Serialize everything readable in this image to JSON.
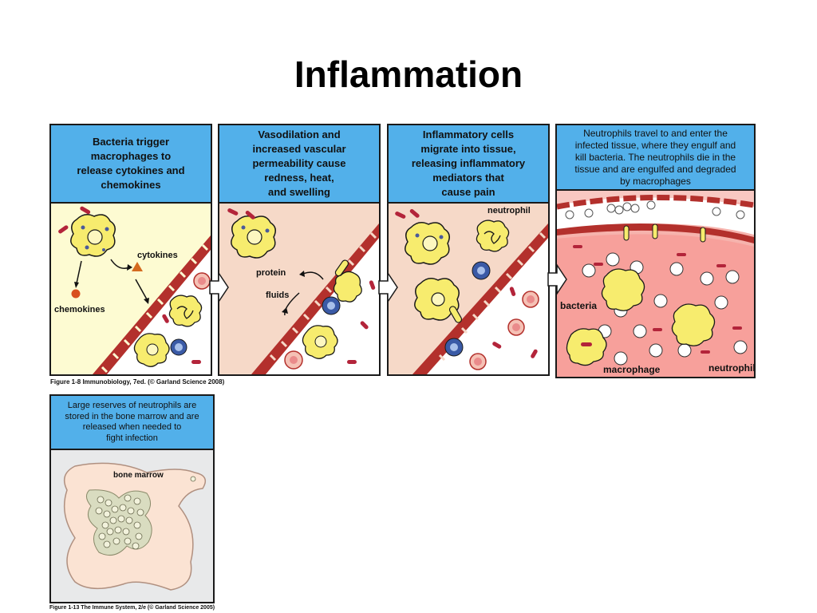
{
  "slide": {
    "title": "Inflammation"
  },
  "panels": [
    {
      "header": [
        "Bacteria trigger",
        "macrophages to",
        "release cytokines and",
        "chemokines"
      ],
      "labels": {
        "cytokines": "cytokines",
        "chemokines": "chemokines"
      }
    },
    {
      "header": [
        "Vasodilation and",
        "increased vascular",
        "permeability cause",
        "redness, heat,",
        "and swelling"
      ],
      "labels": {
        "protein": "protein",
        "fluids": "fluids"
      }
    },
    {
      "header": [
        "Inflammatory cells",
        "migrate into tissue,",
        "releasing inflammatory",
        "mediators that",
        "cause pain"
      ],
      "labels": {
        "neutrophil": "neutrophil"
      }
    },
    {
      "header": [
        "Neutrophils travel to and enter the",
        "infected tissue, where they engulf and",
        "kill bacteria. The neutrophils die in the",
        "tissue and are engulfed and degraded",
        "by macrophages"
      ],
      "labels": {
        "bacteria": "bacteria",
        "macrophage": "macrophage",
        "neutrophil": "neutrophil"
      }
    },
    {
      "header": [
        "Large reserves of neutrophils are",
        "stored in the bone marrow and are",
        "released when needed to",
        "fight infection"
      ],
      "labels": {
        "bone_marrow": "bone marrow"
      }
    }
  ],
  "captions": {
    "top": "Figure 1-8  Immunobiology, 7ed. (© Garland Science 2008)",
    "bottom": "Figure 1-13  The Immune System, 2/e (© Garland Science 2005)"
  },
  "colors": {
    "header_blue": "#52b0ea",
    "cell_yellow": "#f7ec6e",
    "tissue_pink": "#f6d9c8",
    "vessel_red": "#b3302c"
  }
}
